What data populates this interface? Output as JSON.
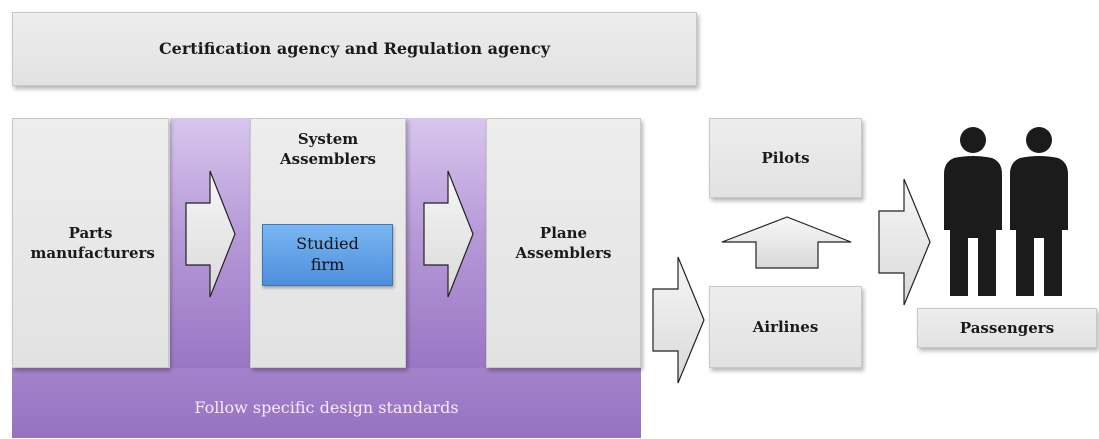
{
  "agency": {
    "label": "Certification agency and Regulation agency"
  },
  "design_standards": {
    "label": "Follow specific design standards"
  },
  "parts": {
    "label": "Parts manufacturers"
  },
  "system": {
    "label": "System Assemblers"
  },
  "studied": {
    "label": "Studied firm"
  },
  "plane": {
    "label": "Plane Assemblers"
  },
  "pilots": {
    "label": "Pilots"
  },
  "airlines": {
    "label": "Airlines"
  },
  "passengers": {
    "label": "Passengers"
  },
  "colors": {
    "purple_band": "#a784cc",
    "studied_box": "#5b9be3",
    "box_gray": "#e6e6e6",
    "person": "#1b1b1b"
  },
  "icons": {
    "arrow": "block-right-arrow",
    "arrow_up": "block-up-arrow",
    "person": "person-silhouette-icon"
  }
}
